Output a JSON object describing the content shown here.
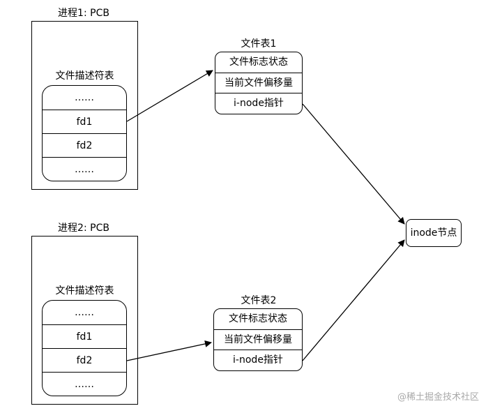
{
  "process1": {
    "title": "进程1: PCB",
    "table_title": "文件描述符表",
    "rows": [
      "……",
      "fd1",
      "fd2",
      "……"
    ]
  },
  "process2": {
    "title": "进程2: PCB",
    "table_title": "文件描述符表",
    "rows": [
      "……",
      "fd1",
      "fd2",
      "……"
    ]
  },
  "file_table1": {
    "title": "文件表1",
    "rows": [
      "文件标志状态",
      "当前文件偏移量",
      "i-node指针"
    ]
  },
  "file_table2": {
    "title": "文件表2",
    "rows": [
      "文件标志状态",
      "当前文件偏移量",
      "i-node指针"
    ]
  },
  "inode": {
    "label": "inode节点"
  },
  "watermark": "@稀土掘金技术社区"
}
